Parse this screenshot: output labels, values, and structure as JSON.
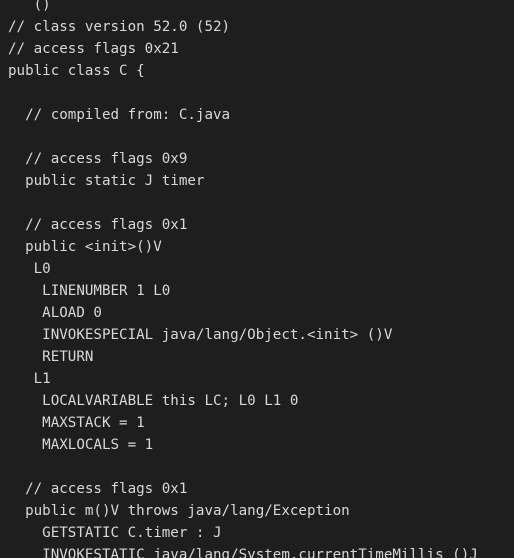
{
  "code_view": {
    "lines": [
      "   ()",
      "// class version 52.0 (52)",
      "// access flags 0x21",
      "public class C {",
      "",
      "  // compiled from: C.java",
      "",
      "  // access flags 0x9",
      "  public static J timer",
      "",
      "  // access flags 0x1",
      "  public <init>()V",
      "   L0",
      "    LINENUMBER 1 L0",
      "    ALOAD 0",
      "    INVOKESPECIAL java/lang/Object.<init> ()V",
      "    RETURN",
      "   L1",
      "    LOCALVARIABLE this LC; L0 L1 0",
      "    MAXSTACK = 1",
      "    MAXLOCALS = 1",
      "",
      "  // access flags 0x1",
      "  public m()V throws java/lang/Exception",
      "    GETSTATIC C.timer : J",
      "    INVOKESTATIC java/lang/System.currentTimeMillis ()J"
    ]
  }
}
